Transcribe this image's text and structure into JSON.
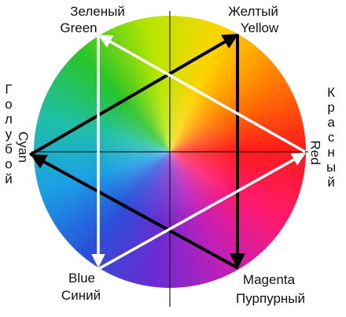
{
  "colors": {
    "wheel_stops": [
      "#ff1a1a",
      "#ff7a00",
      "#ffd400",
      "#b8e600",
      "#29c429",
      "#1fbfa8",
      "#1aa0e6",
      "#2a4fd9",
      "#6a2bd1",
      "#c21fb8",
      "#ff1a6e",
      "#ff1a1a"
    ],
    "black_arrow": "#000000",
    "white_arrow": "#ffffff",
    "axis": "#1a1a1a"
  },
  "labels": {
    "green_ru": "Зеленый",
    "green_en": "Green",
    "yellow_ru": "Желтый",
    "yellow_en": "Yellow",
    "blue_en": "Blue",
    "blue_ru": "Синий",
    "magenta_en": "Magenta",
    "magenta_ru": "Пурпурный",
    "cyan_ru": "Голубой",
    "cyan_en": "Cyan",
    "red_ru": "Красный",
    "red_en": "Red"
  }
}
